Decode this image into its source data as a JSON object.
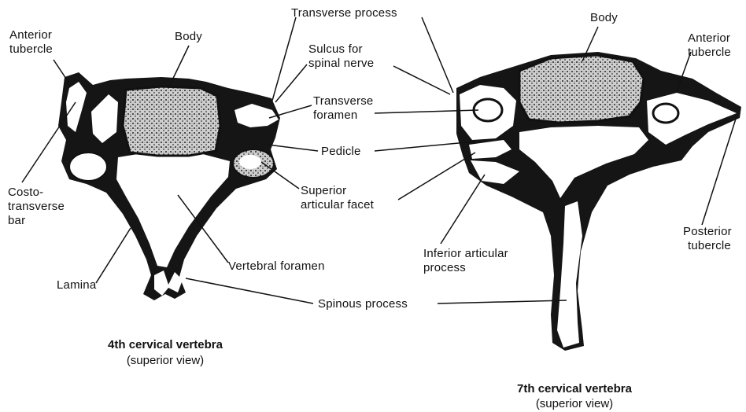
{
  "labels": {
    "anterior_tubercle_left_1": "Anterior",
    "anterior_tubercle_left_2": "tubercle",
    "body_left": "Body",
    "transverse_process": "Transverse process",
    "sulcus_1": "Sulcus for",
    "sulcus_2": "spinal nerve",
    "transverse_foramen_1": "Transverse",
    "transverse_foramen_2": "foramen",
    "pedicle": "Pedicle",
    "superior_facet_1": "Superior",
    "superior_facet_2": "articular facet",
    "costo_1": "Costo-",
    "costo_2": "transverse",
    "costo_3": "bar",
    "lamina": "Lamina",
    "vertebral_foramen": "Vertebral foramen",
    "spinous_process": "Spinous process",
    "body_right": "Body",
    "anterior_tubercle_right_1": "Anterior",
    "anterior_tubercle_right_2": "tubercle",
    "posterior_tubercle_1": "Posterior",
    "posterior_tubercle_2": "tubercle",
    "inferior_facet_1": "Inferior articular",
    "inferior_facet_2": "process"
  },
  "captions": {
    "c4_title": "4th cervical vertebra",
    "c4_sub": "(superior view)",
    "c7_title": "7th cervical vertebra",
    "c7_sub": "(superior view)"
  },
  "colors": {
    "ink": "#111111",
    "bone": "#ffffff",
    "shade": "#1a1a1a"
  }
}
